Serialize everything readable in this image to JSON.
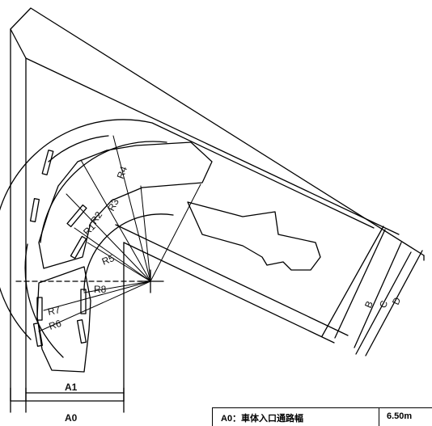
{
  "diagram": {
    "radius_labels": [
      "R1",
      "R2",
      "R3",
      "R4",
      "R5",
      "R6",
      "R7",
      "R8"
    ],
    "dimension_labels": {
      "a1": "A1",
      "a0": "A0",
      "b": "B",
      "c": "C",
      "d": "D"
    }
  },
  "spec_table": {
    "rows": [
      {
        "label": "A0：車体入口通路幅",
        "value": "6.50m"
      }
    ]
  },
  "colors": {
    "line": "#000000",
    "background": "#ffffff"
  }
}
